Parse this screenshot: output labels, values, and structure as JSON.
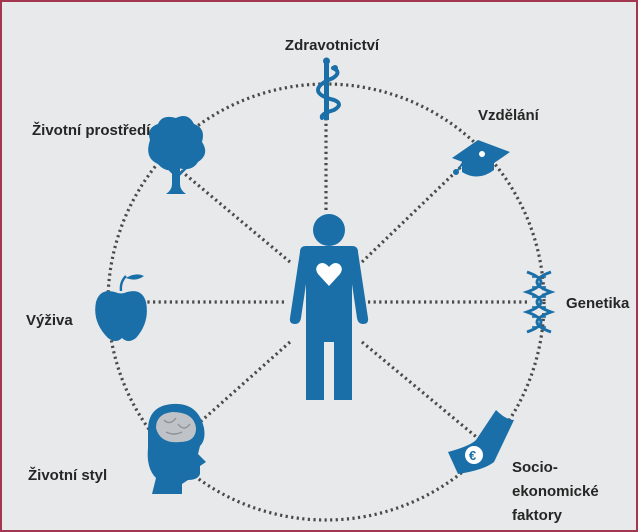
{
  "colors": {
    "frame_border": "#a3374f",
    "background": "#e8e9ea",
    "icon_blue": "#1a6fa8",
    "dotted_line": "#4a4a4a",
    "label_text": "#262626"
  },
  "center": {
    "icon": "person-with-heart-icon"
  },
  "factors": [
    {
      "id": "zdravotnictvi",
      "label": "Zdravotnictví",
      "icon": "caduceus-icon"
    },
    {
      "id": "vzdelani",
      "label": "Vzdělání",
      "icon": "graduation-cap-icon"
    },
    {
      "id": "genetika",
      "label": "Genetika",
      "icon": "dna-icon"
    },
    {
      "id": "socio",
      "label_lines": [
        "Socio-",
        "ekonomické",
        "faktory"
      ],
      "icon": "euro-banknote-icon"
    },
    {
      "id": "zivotni-styl",
      "label": "Životní styl",
      "icon": "brain-head-icon"
    },
    {
      "id": "vyziva",
      "label": "Výživa",
      "icon": "apple-icon"
    },
    {
      "id": "zivotni-prostredi",
      "label": "Životní prostředí",
      "icon": "tree-icon"
    }
  ]
}
